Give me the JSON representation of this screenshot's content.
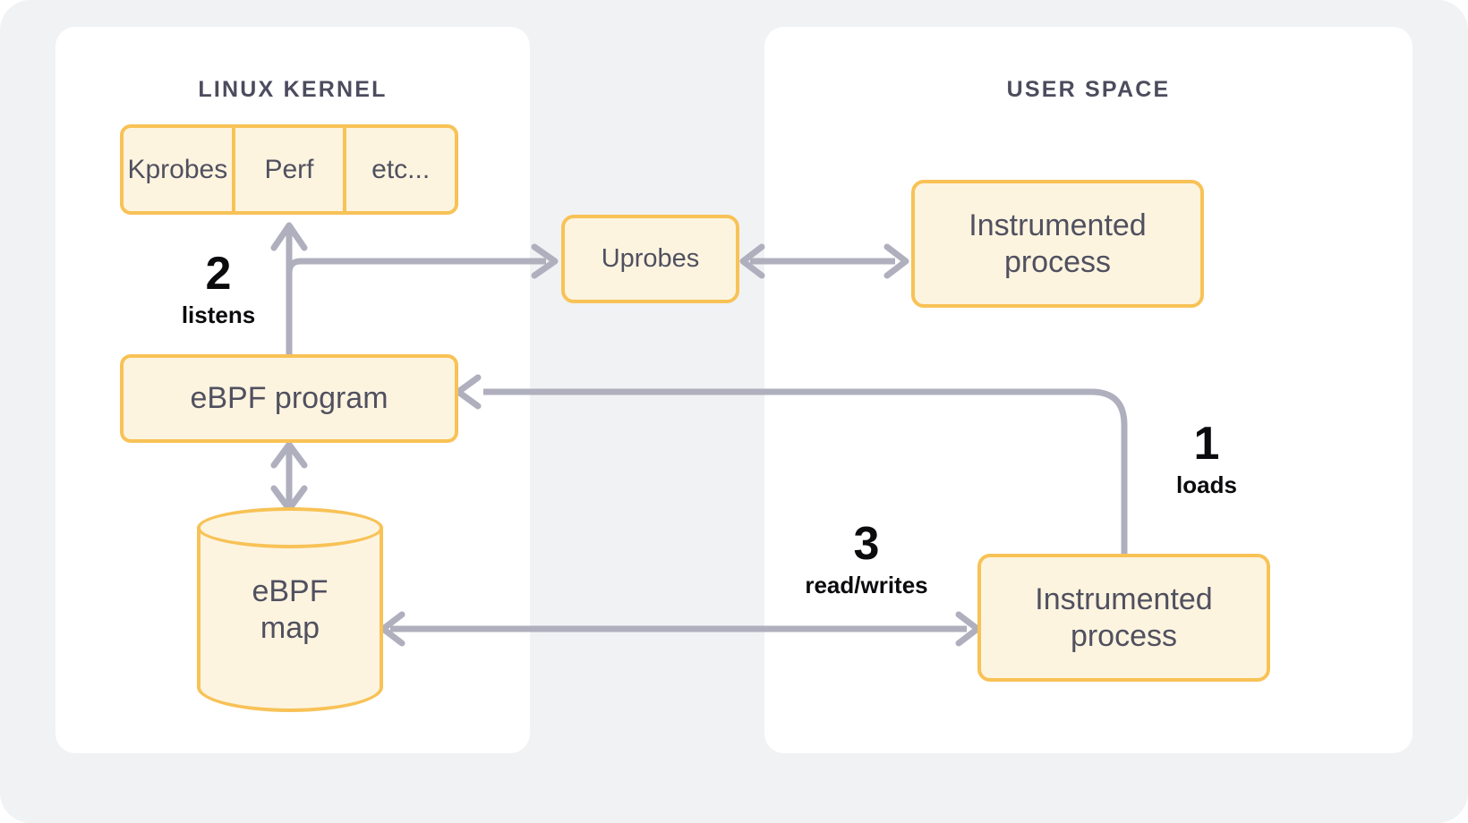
{
  "diagram": {
    "title_kernel": "LINUX KERNEL",
    "title_user": "USER SPACE",
    "colors": {
      "page_background": "#F1F2F4",
      "panel_background": "#FFFFFF",
      "node_fill": "#FDF4E0",
      "node_border": "#F8C256",
      "node_text": "#50505F",
      "panel_title_text": "#4C4C5E",
      "connector": "#AFAFBE",
      "step_text": "#0B0B0E"
    }
  },
  "kernel": {
    "probes": [
      {
        "label": "Kprobes"
      },
      {
        "label": "Perf"
      },
      {
        "label": "etc..."
      }
    ],
    "ebpf_program": "eBPF program",
    "ebpf_map_line1": "eBPF",
    "ebpf_map_line2": "map"
  },
  "middle": {
    "uprobes": "Uprobes"
  },
  "user_space": {
    "instrumented_top_line1": "Instrumented",
    "instrumented_top_line2": "process",
    "instrumented_bottom_line1": "Instrumented",
    "instrumented_bottom_line2": "process"
  },
  "steps": [
    {
      "id": "step-1",
      "number": "1",
      "caption": "loads"
    },
    {
      "id": "step-2",
      "number": "2",
      "caption": "listens"
    },
    {
      "id": "step-3",
      "number": "3",
      "caption": "read/writes"
    }
  ]
}
